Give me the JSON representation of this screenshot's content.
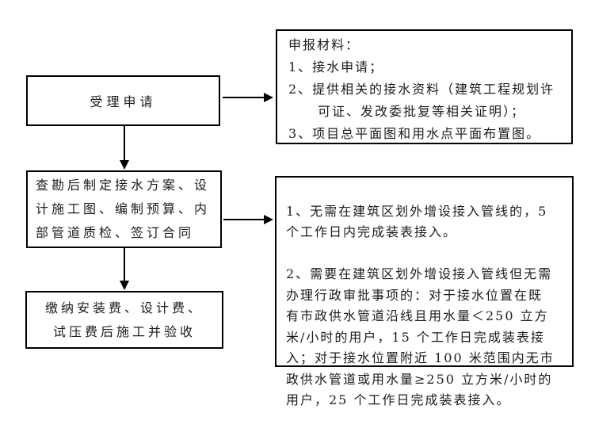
{
  "colors": {
    "background": "#ffffff",
    "line": "#000000",
    "text": "#1c1c1c"
  },
  "flow": {
    "step1": {
      "label": "受理申请"
    },
    "step2": {
      "label": "查勘后制定接水方案、设\n计施工图、编制预算、内\n部管道质检、签订合同"
    },
    "step3": {
      "label": "缴纳安装费、设计费、\n试压费后施工并验收"
    },
    "note1": {
      "title": "申报材料：",
      "items": [
        "1、接水申请；",
        "2、提供相关的接水资料（建筑工程规划许\n可证、发改委批复等相关证明）；",
        "3、项目总平面图和用水点平面布置图。"
      ]
    },
    "note2": {
      "items": [
        "1、无需在建筑区划外增设接入管线的，5\n个工作日内完成装表接入。",
        "2、需要在建筑区划外增设接入管线但无需\n办理行政审批事项的：对于接水位置在既\n有市政供水管道沿线且用水量＜250 立方\n米/小时的用户，15 个工作日完成装表接\n入；对于接水位置附近 100 米范围内无市\n政供水管道或用水量≥250 立方米/小时的\n用户，25 个工作日完成装表接入。"
      ]
    }
  }
}
